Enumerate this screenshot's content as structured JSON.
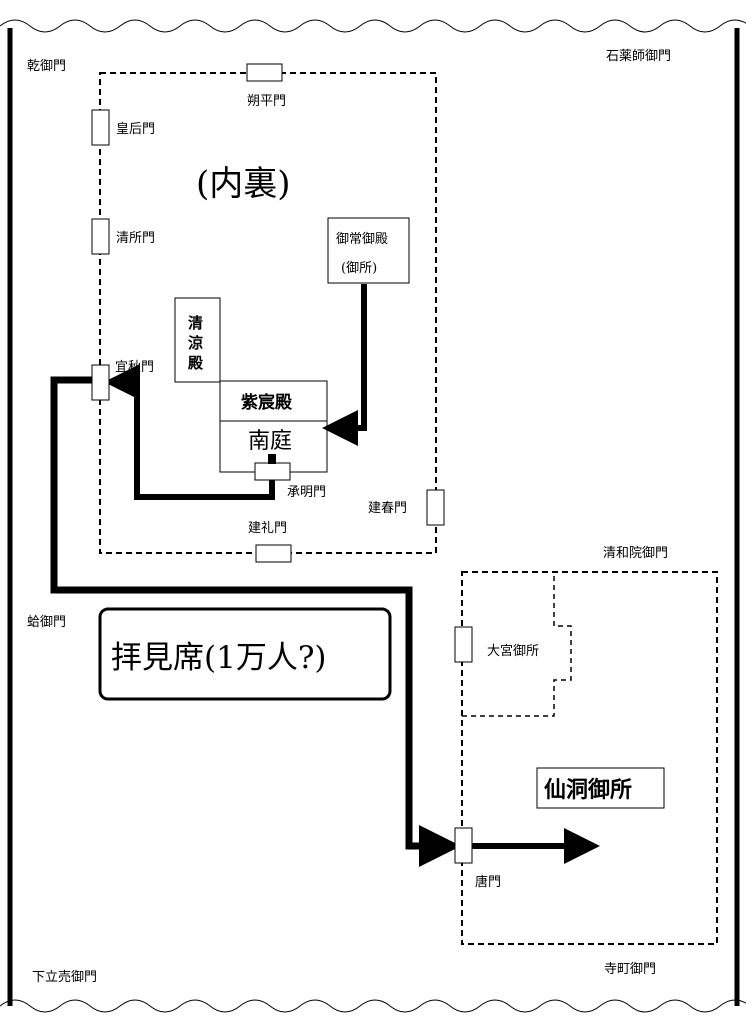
{
  "gates_outer": {
    "inui": "乾御門",
    "sekiyakushi": "石薬師御門",
    "hamaguri": "蛤御門",
    "seiwain": "清和院御門",
    "shimodachiuri": "下立売御門",
    "teramachi": "寺町御門"
  },
  "gates_inner": {
    "sakuhei": "朔平門",
    "kogo": "皇后門",
    "seisho": "清所門",
    "gishu": "宜秋門",
    "shomei": "承明門",
    "kenrei": "建礼門",
    "kenshun": "建春門"
  },
  "dairi": {
    "title": "(内裏)",
    "otsune_line1": "御常御殿",
    "otsune_line2": "(御所)",
    "seiryoden": "清涼殿",
    "shishinden": "紫宸殿",
    "nantei": "南庭"
  },
  "audience": {
    "label": "拝見席(1万人?)"
  },
  "sento": {
    "omiya": "大宮御所",
    "title": "仙洞御所",
    "kara_mon": "唐門"
  },
  "colors": {
    "line": "#000000",
    "background": "#ffffff"
  }
}
